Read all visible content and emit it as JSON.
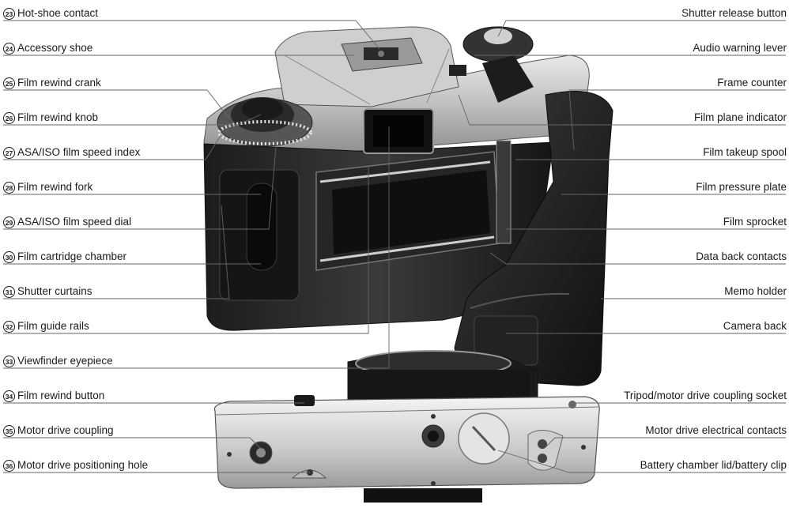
{
  "left_labels": [
    {
      "num": "23",
      "text": "Hot-shoe contact"
    },
    {
      "num": "24",
      "text": "Accessory shoe"
    },
    {
      "num": "25",
      "text": "Film rewind crank"
    },
    {
      "num": "26",
      "text": "Film rewind knob"
    },
    {
      "num": "27",
      "text": "ASA/ISO film speed index"
    },
    {
      "num": "28",
      "text": "Film rewind fork"
    },
    {
      "num": "29",
      "text": "ASA/ISO film speed dial"
    },
    {
      "num": "30",
      "text": "Film cartridge chamber"
    },
    {
      "num": "31",
      "text": "Shutter curtains"
    },
    {
      "num": "32",
      "text": "Film guide rails"
    },
    {
      "num": "33",
      "text": "Viewfinder eyepiece"
    },
    {
      "num": "34",
      "text": "Film rewind button"
    },
    {
      "num": "35",
      "text": "Motor drive coupling"
    },
    {
      "num": "36",
      "text": "Motor drive positioning hole"
    }
  ],
  "right_labels": [
    {
      "text": "Shutter release button"
    },
    {
      "text": "Audio warning lever"
    },
    {
      "text": "Frame counter"
    },
    {
      "text": "Film plane indicator"
    },
    {
      "text": "Film takeup spool"
    },
    {
      "text": "Film pressure plate"
    },
    {
      "text": "Film sprocket"
    },
    {
      "text": "Data back contacts"
    },
    {
      "text": "Memo holder"
    },
    {
      "text": "Camera back"
    },
    {
      "text": "Tripod/motor drive coupling socket"
    },
    {
      "text": "Motor drive electrical contacts"
    },
    {
      "text": "Battery chamber lid/battery clip"
    }
  ]
}
